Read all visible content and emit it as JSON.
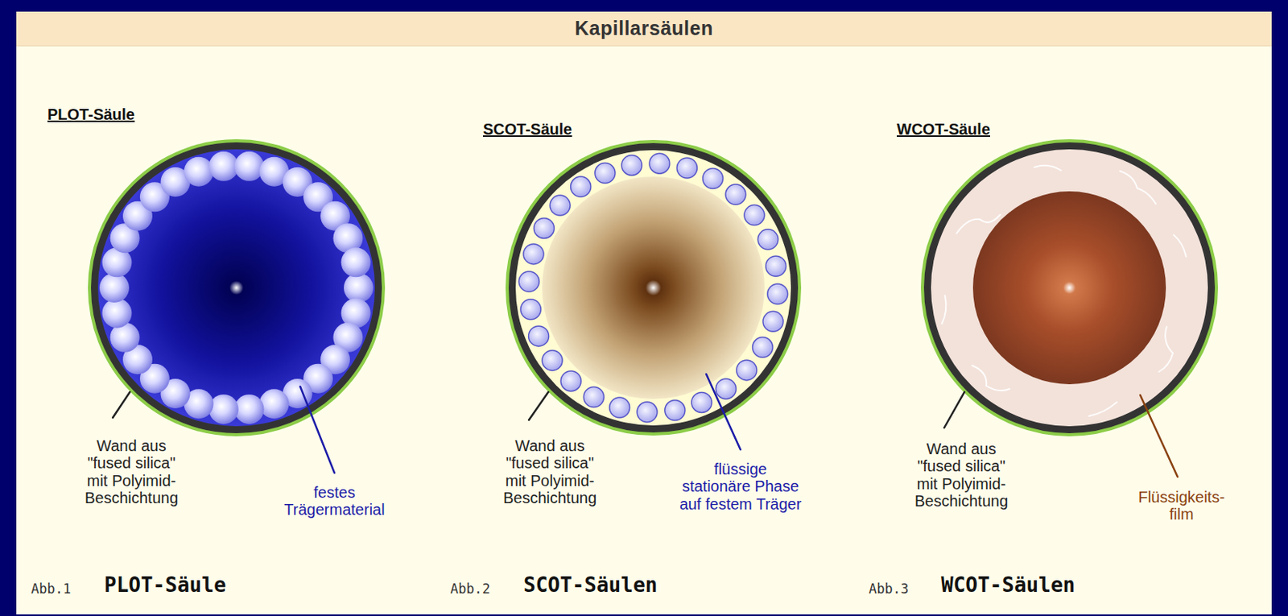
{
  "diagram": {
    "title": "Kapillarsäulen",
    "labels": [
      "PLOT-Säule",
      "SCOT-Säule",
      "WCOT-Säule",
      "Wand aus \"fused silica\" mit Polyimid- Beschichtung",
      "festes Trägermaterial",
      "Wand aus \"fused silica\" mit Polyimid- Beschichtung",
      "flüssige stationäre Phase auf festem Träger",
      "Wand aus \"fused silica\" mit Polyimid- Beschichtung",
      "Flüssigkeits- film",
      "Abb.1",
      "PLOT-Säule",
      "Abb.2",
      "SCOT-Säulen",
      "Abb.3",
      "WCOT-Säulen"
    ]
  }
}
